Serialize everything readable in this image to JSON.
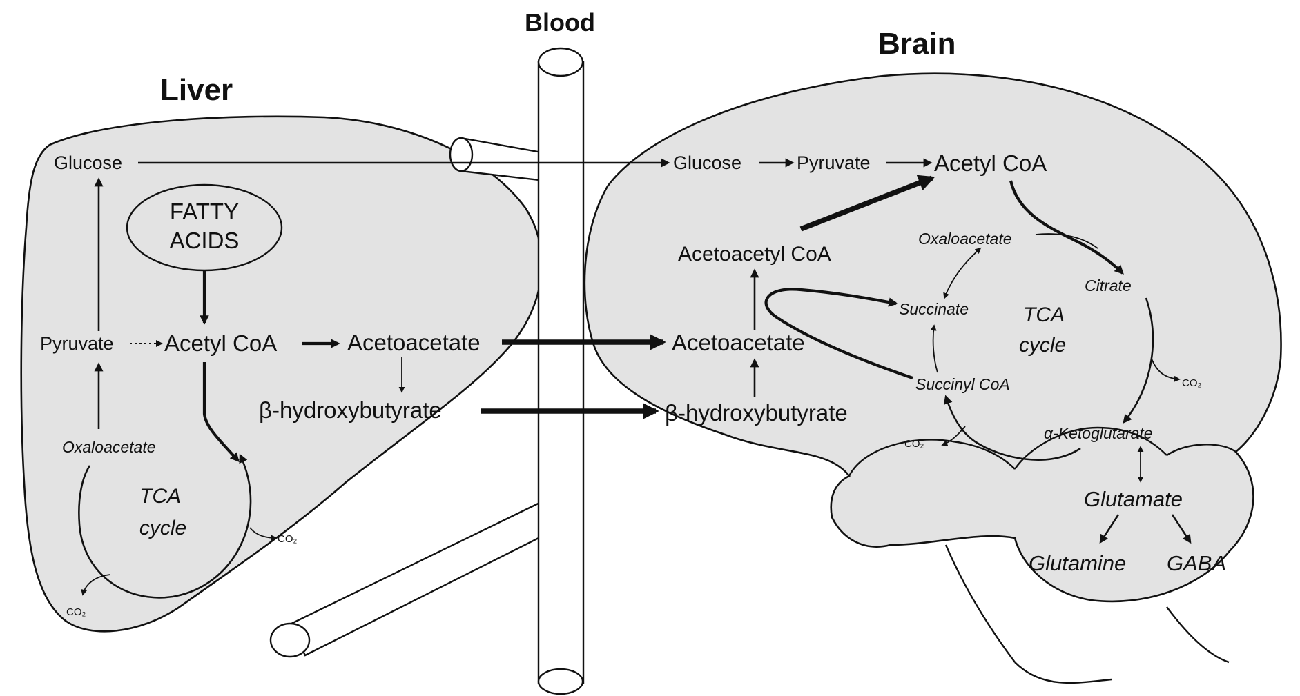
{
  "titles": {
    "liver": "Liver",
    "blood": "Blood",
    "brain": "Brain"
  },
  "liver": {
    "glucose": "Glucose",
    "fatty_acids_line1": "FATTY",
    "fatty_acids_line2": "ACIDS",
    "pyruvate": "Pyruvate",
    "acetyl_coa": "Acetyl CoA",
    "acetoacetate": "Acetoacetate",
    "beta_hydroxybutyrate": "β-hydroxybutyrate",
    "oxaloacetate": "Oxaloacetate",
    "tca_line1": "TCA",
    "tca_line2": "cycle",
    "co2_a": "CO₂",
    "co2_b": "CO₂"
  },
  "brain": {
    "glucose": "Glucose",
    "pyruvate": "Pyruvate",
    "acetyl_coa": "Acetyl CoA",
    "acetoacetyl_coa": "Acetoacetyl CoA",
    "acetoacetate": "Acetoacetate",
    "beta_hydroxybutyrate": "β-hydroxybutyrate",
    "oxaloacetate": "Oxaloacetate",
    "citrate": "Citrate",
    "succinate": "Succinate",
    "succinyl_coa": "Succinyl CoA",
    "alpha_ketoglutarate": "α-Ketoglutarate",
    "tca_line1": "TCA",
    "tca_line2": "cycle",
    "co2_a": "CO₂",
    "co2_b": "CO₂",
    "glutamate": "Glutamate",
    "glutamine": "Glutamine",
    "gaba": "GABA"
  }
}
